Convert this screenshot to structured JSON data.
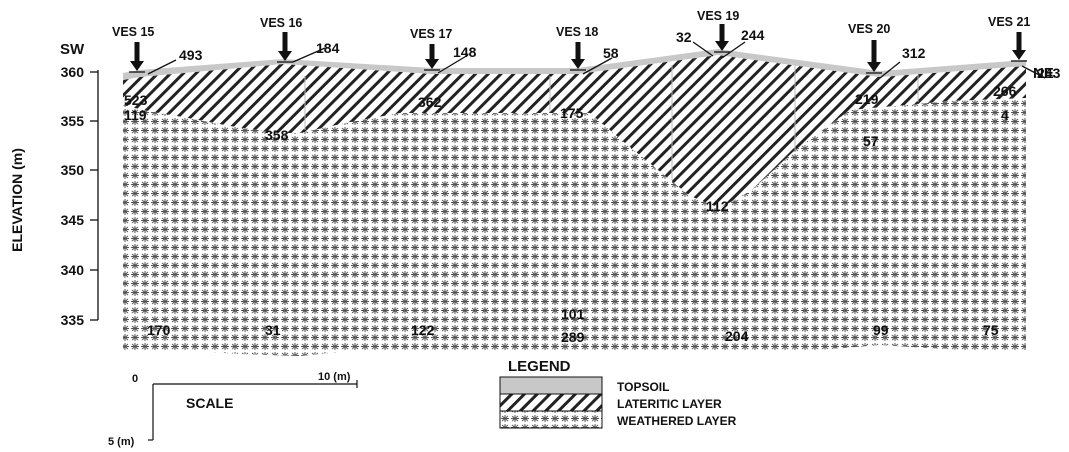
{
  "y_axis": {
    "label": "ELEVATION (m)",
    "ticks": [
      "360",
      "355",
      "350",
      "345",
      "340",
      "335"
    ]
  },
  "directions": {
    "left": "SW",
    "right": "NE"
  },
  "soundings": [
    {
      "label": "VES 15",
      "topsoil": "493",
      "lateritic": "523",
      "weathered_top": "119",
      "bottom": "170"
    },
    {
      "label": "VES 16",
      "topsoil": "184",
      "lateritic": "358",
      "bottom": "31"
    },
    {
      "label": "VES 17",
      "topsoil": "148",
      "lateritic": "362",
      "bottom": "122"
    },
    {
      "label": "VES 18",
      "topsoil": "58",
      "lateritic": "175",
      "bottom_upper": "101",
      "bottom": "289"
    },
    {
      "label": "VES 19",
      "topsoil_a": "32",
      "topsoil": "244",
      "lateritic": "112",
      "bottom": "204"
    },
    {
      "label": "VES 20",
      "topsoil": "312",
      "lateritic": "219",
      "weathered_top": "57",
      "bottom": "99"
    },
    {
      "label": "VES 21",
      "topsoil": "243",
      "lateritic": "266",
      "weathered_top": "4",
      "bottom": "75"
    }
  ],
  "legend": {
    "title": "LEGEND",
    "items": [
      {
        "label": "TOPSOIL",
        "pattern": "topsoil"
      },
      {
        "label": "LATERITIC LAYER",
        "pattern": "lateritic"
      },
      {
        "label": "WEATHERED LAYER",
        "pattern": "weathered"
      }
    ]
  },
  "scale": {
    "title": "SCALE",
    "origin": "0",
    "horizontal": "10 (m)",
    "vertical": "5 (m)"
  },
  "colors": {
    "topsoil": "#c8c8c8",
    "line": "#111111",
    "background": "#ffffff"
  }
}
